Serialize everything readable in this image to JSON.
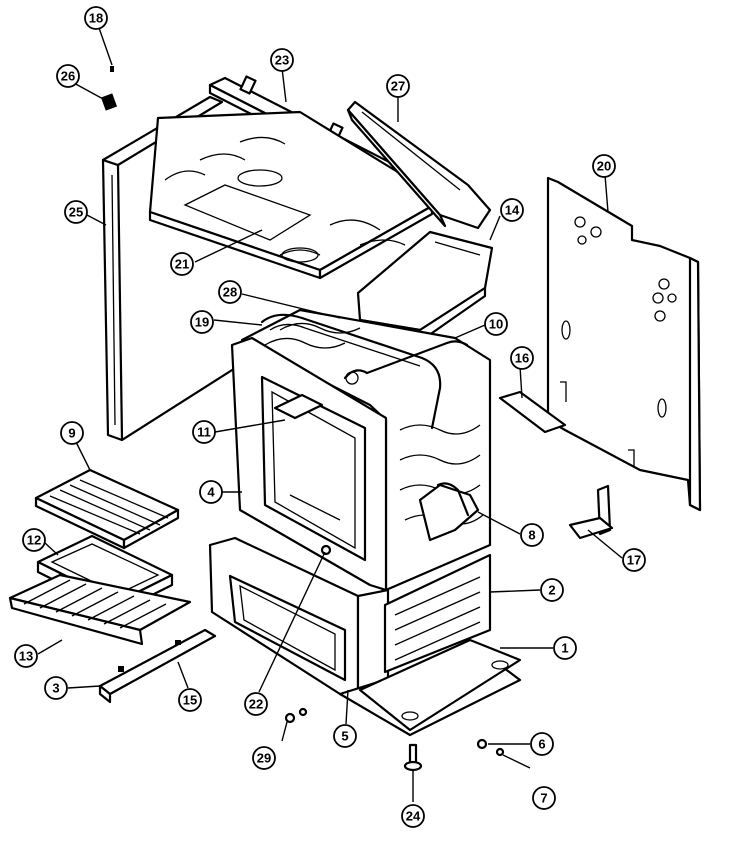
{
  "diagram": {
    "callouts": [
      "18",
      "26",
      "23",
      "27",
      "25",
      "20",
      "21",
      "14",
      "28",
      "19",
      "10",
      "16",
      "11",
      "9",
      "4",
      "8",
      "12",
      "2",
      "17",
      "1",
      "13",
      "3",
      "15",
      "22",
      "5",
      "6",
      "29",
      "7",
      "24"
    ]
  }
}
